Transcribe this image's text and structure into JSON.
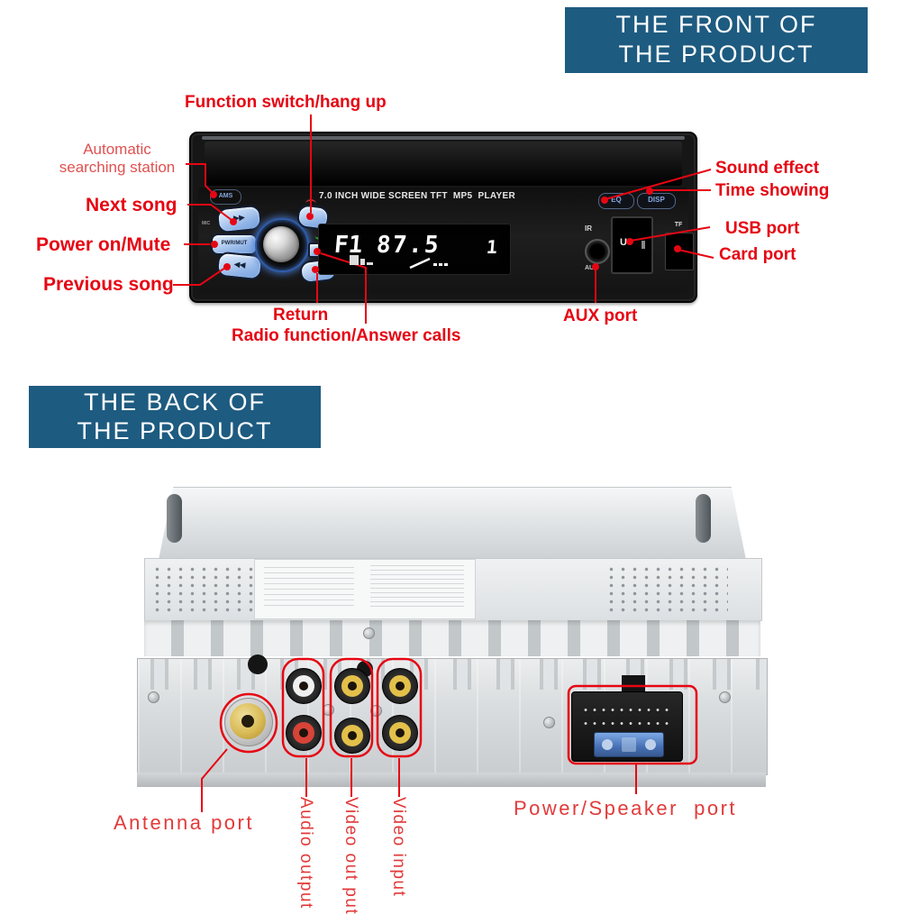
{
  "headers": {
    "front": {
      "line1": "THE FRONT OF",
      "line2": "THE PRODUCT"
    },
    "back": {
      "line1": "THE BACK OF",
      "line2": "THE PRODUCT"
    }
  },
  "front_labels": {
    "function_switch": "Function switch/hang up",
    "auto_search_line1": "Automatic",
    "auto_search_line2": "searching station",
    "next_song": "Next song",
    "power_mute": "Power on/Mute",
    "previous_song": "Previous song",
    "return_label": "Return",
    "radio_function": "Radio function/Answer calls",
    "sound_effect": "Sound effect",
    "time_showing": "Time showing",
    "usb_port": "USB port",
    "card_port": "Card port",
    "aux_port": "AUX port"
  },
  "back_labels": {
    "antenna": "Antenna port",
    "audio_output": "Audio output",
    "video_output": "Video out put",
    "video_input": "Video input",
    "power_speaker": "Power/Speaker  port"
  },
  "device_front": {
    "screen_text": "7.0 INCH WIDE SCREEN TFT  MP5  PLAYER",
    "buttons": {
      "ams": "AMS",
      "mic": "MIC",
      "pwr": "PWR/MUT",
      "band": "BAND",
      "eq": "EQ",
      "disp": "DISP",
      "next_glyph": "▶▶",
      "prev_glyph": "◀◀"
    },
    "display": {
      "band": "F1",
      "frequency": "87.5",
      "channel": "1"
    },
    "ports": {
      "ir": "IR",
      "aux": "AUX",
      "usb": "U",
      "tf": "TF"
    }
  },
  "colors": {
    "header_bg": "#1e5b80",
    "label_red": "#e60613",
    "thin_red": "#e23a3a",
    "button_blue": "#9dbfec",
    "fuse_blue": "#4a7cc4",
    "rca_yellow": "#e3c04a",
    "rca_red": "#d84338",
    "rca_white": "#f0f0f0",
    "chassis_grey": "#d9dcde"
  }
}
